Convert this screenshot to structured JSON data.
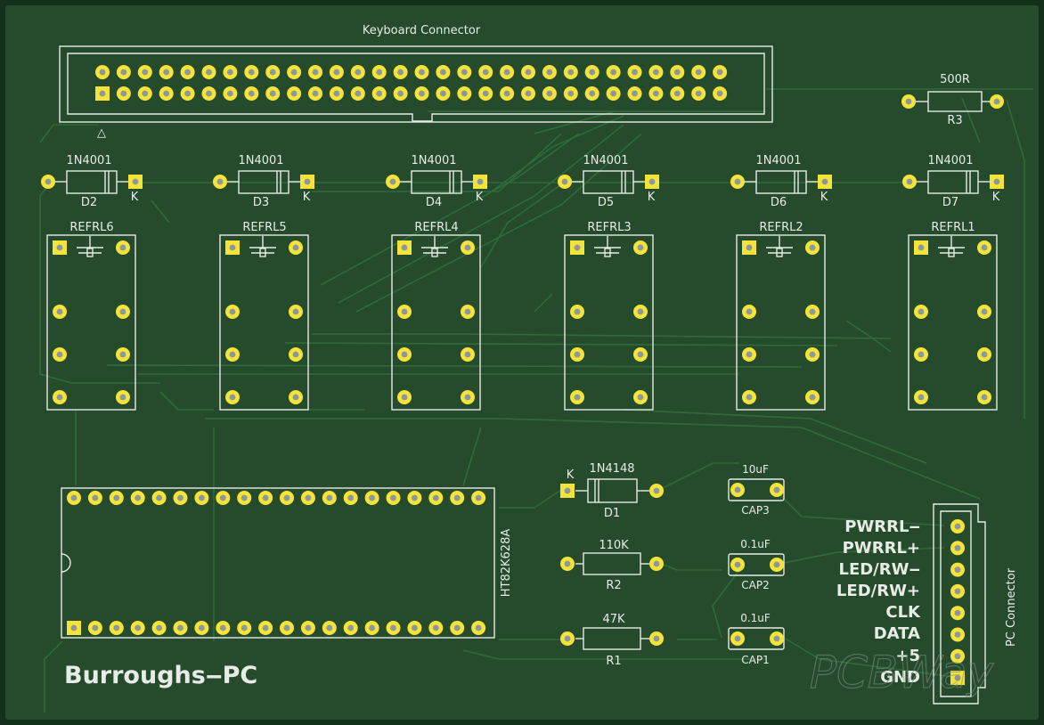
{
  "board": {
    "title": "Burroughs‒PC",
    "watermark": "PCBWay",
    "colors": {
      "background": "#254a2c",
      "edge": "#13301a",
      "trace": "#2f6b3a",
      "silkscreen": "#e6ebe4",
      "pad": "#f4e43a",
      "drill": "#8d969a"
    }
  },
  "keyboard_connector": {
    "label": "Keyboard Connector",
    "pin1_marker": "△"
  },
  "resistor_r3": {
    "value": "500R",
    "ref": "R3"
  },
  "diodes": [
    {
      "value": "1N4001",
      "ref": "D2",
      "cathode": "K"
    },
    {
      "value": "1N4001",
      "ref": "D3",
      "cathode": "K"
    },
    {
      "value": "1N4001",
      "ref": "D4",
      "cathode": "K"
    },
    {
      "value": "1N4001",
      "ref": "D5",
      "cathode": "K"
    },
    {
      "value": "1N4001",
      "ref": "D6",
      "cathode": "K"
    },
    {
      "value": "1N4001",
      "ref": "D7",
      "cathode": "K"
    }
  ],
  "relays": [
    {
      "ref": "REFRL6"
    },
    {
      "ref": "REFRL5"
    },
    {
      "ref": "REFRL4"
    },
    {
      "ref": "REFRL3"
    },
    {
      "ref": "REFRL2"
    },
    {
      "ref": "REFRL1"
    }
  ],
  "ic": {
    "ref": "HT82K628A"
  },
  "diode_d1": {
    "value": "1N4148",
    "ref": "D1",
    "cathode": "K"
  },
  "resistor_r2": {
    "value": "110K",
    "ref": "R2"
  },
  "resistor_r1": {
    "value": "47K",
    "ref": "R1"
  },
  "capacitors": [
    {
      "value": "10uF",
      "ref": "CAP3"
    },
    {
      "value": "0.1uF",
      "ref": "CAP2"
    },
    {
      "value": "0.1uF",
      "ref": "CAP1"
    }
  ],
  "pc_connector": {
    "label": "PC Connector",
    "pins": [
      "PWRRL‒",
      "PWRRL+",
      "LED/RW‒",
      "LED/RW+",
      "CLK",
      "DATA",
      "+5",
      "GND"
    ]
  }
}
